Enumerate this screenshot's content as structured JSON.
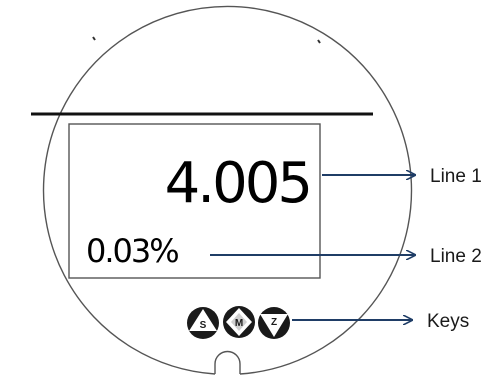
{
  "display": {
    "line1_value": "4.005",
    "line2_value": "0.03%"
  },
  "keys": [
    {
      "letter": "S",
      "icon": "up-triangle-key-icon"
    },
    {
      "letter": "M",
      "icon": "diamond-key-icon"
    },
    {
      "letter": "Z",
      "icon": "down-triangle-key-icon"
    }
  ],
  "callouts": {
    "line1": "Line 1",
    "line2": "Line 2",
    "keys": "Keys"
  },
  "colors": {
    "callout_arrow": "#1f3d66",
    "outline": "#555555"
  }
}
